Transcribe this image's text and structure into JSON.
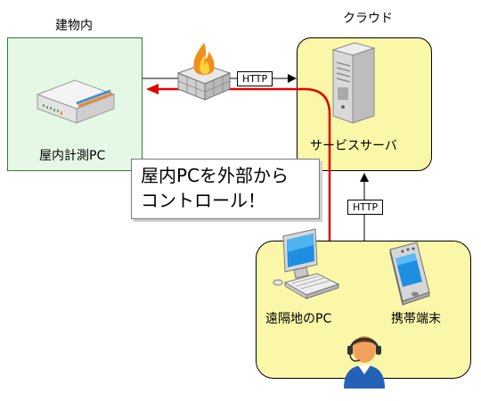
{
  "zones": {
    "building": "建物内",
    "cloud": "クラウド"
  },
  "nodes": {
    "indoor_pc": "屋内計測PC",
    "service_server": "サービスサーバ",
    "remote_pc": "遠隔地のPC",
    "mobile": "携帯端末"
  },
  "connections": {
    "http_top": "HTTP",
    "http_vertical": "HTTP"
  },
  "callout": {
    "line1": "屋内PCを外部から",
    "line2": "コントロール！"
  },
  "colors": {
    "building_fill": "#e5f8e5",
    "zone_fill": "#fbf7a8",
    "control_arrow": "#e00000"
  },
  "icons": [
    "router-icon",
    "firewall-icon",
    "server-icon",
    "computer-icon",
    "pda-icon",
    "user-headset-icon"
  ]
}
